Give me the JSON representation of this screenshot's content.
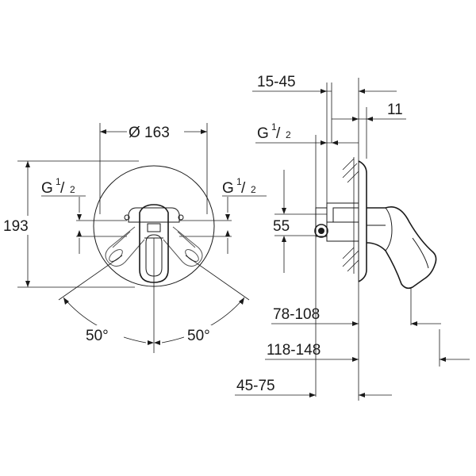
{
  "front_view": {
    "diameter_label": "Ø 163",
    "height_label": "193",
    "thread_left": {
      "main": "G",
      "num": "1",
      "den": "2"
    },
    "thread_right": {
      "main": "G",
      "num": "1",
      "den": "2"
    },
    "angle_left": "50°",
    "angle_right": "50°"
  },
  "side_view": {
    "depth_range_label": "15-45",
    "cover_label": "11",
    "thread": {
      "main": "G",
      "num": "1",
      "den": "2"
    },
    "height_label": "55",
    "dim_78_108": "78-108",
    "dim_118_148": "118-148",
    "dim_45_75": "45-75"
  }
}
